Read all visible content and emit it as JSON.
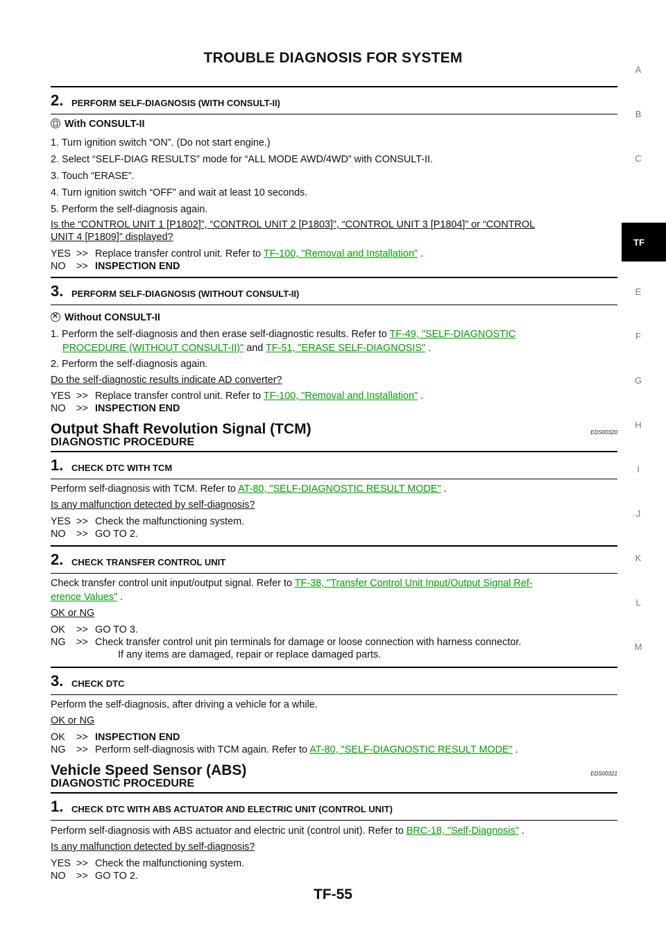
{
  "header": {
    "title": "TROUBLE DIAGNOSIS FOR SYSTEM"
  },
  "footer": {
    "page_number": "TF-55"
  },
  "side_index": {
    "letters": [
      "A",
      "B",
      "C",
      "E",
      "F",
      "G",
      "H",
      "I",
      "J",
      "K",
      "L",
      "M"
    ],
    "active_tab": "TF"
  },
  "blocks": {
    "s2a": {
      "num": "2.",
      "title": "PERFORM SELF-DIAGNOSIS (WITH CONSULT-II)",
      "mode": "With CONSULT-II",
      "items": [
        "1. Turn ignition switch “ON”. (Do not start engine.)",
        "2. Select “SELF-DIAG RESULTS” mode for “ALL MODE AWD/4WD” with CONSULT-II.",
        "3. Touch “ERASE”.",
        "4. Turn ignition switch “OFF” and wait at least 10 seconds.",
        "5. Perform the self-diagnosis again."
      ],
      "question_1": "Is the “CONTROL UNIT 1 [P1802]”, “CONTROL UNIT 2 [P1803]”, “CONTROL UNIT 3 [P1804]” or “CONTROL",
      "question_2": "UNIT 4 [P1809]” displayed?",
      "yes_label": "YES",
      "yes_arrow": ">>",
      "yes_text": "Replace transfer control unit. Refer to",
      "yes_link": "TF-100, \"Removal and Installation\"",
      "yes_end": ".",
      "no_label": "NO",
      "no_arrow": ">>",
      "no_text": "INSPECTION END"
    },
    "s3a": {
      "num": "3.",
      "title": "PERFORM SELF-DIAGNOSIS (WITHOUT CONSULT-II)",
      "mode": "Without CONSULT-II",
      "item1_text": "1. Perform the self-diagnosis and then erase self-diagnostic results. Refer to",
      "item1_link1a": "TF-49, \"SELF-DIAGNOSTIC",
      "item1_link1b": "PROCEDURE (WITHOUT CONSULT-II)\"",
      "item1_and": "and",
      "item1_link2": "TF-51, \"ERASE SELF-DIAGNOSIS\"",
      "item1_end": ".",
      "item2": "2. Perform the self-diagnosis again.",
      "question": "Do the self-diagnostic results indicate AD converter?",
      "yes_label": "YES",
      "yes_arrow": ">>",
      "yes_text": "Replace transfer control unit. Refer to",
      "yes_link": "TF-100, \"Removal and Installation\"",
      "yes_end": ".",
      "no_label": "NO",
      "no_arrow": ">>",
      "no_text": "INSPECTION END"
    },
    "sec1": {
      "title": "Output Shaft Revolution Signal (TCM)",
      "code": "EDS00320",
      "sub": "DIAGNOSTIC PROCEDURE"
    },
    "o1": {
      "num": "1.",
      "title": "CHECK DTC WITH TCM",
      "text": "Perform self-diagnosis with TCM. Refer to",
      "link": "AT-80, \"SELF-DIAGNOSTIC RESULT MODE\"",
      "end": ".",
      "question": "Is any malfunction detected by self-diagnosis?",
      "yes_label": "YES",
      "yes_arrow": ">>",
      "yes_text": "Check the malfunctioning system.",
      "no_label": "NO",
      "no_arrow": ">>",
      "no_text": "GO TO 2."
    },
    "o2": {
      "num": "2.",
      "title": "CHECK TRANSFER CONTROL UNIT",
      "text": "Check transfer control unit input/output signal. Refer to",
      "link_a": "TF-38, \"Transfer Control Unit Input/Output Signal Ref-",
      "link_b": "erence Values\"",
      "end": ".",
      "question": "OK or NG",
      "ok_label": "OK",
      "ok_arrow": ">>",
      "ok_text": "GO TO 3.",
      "ng_label": "NG",
      "ng_arrow": ">>",
      "ng_text": "Check transfer control unit pin terminals for damage or loose connection with harness connector.",
      "ng_text2": "If any items are damaged, repair or replace damaged parts."
    },
    "o3": {
      "num": "3.",
      "title": "CHECK DTC",
      "text": "Perform the self-diagnosis, after driving a vehicle for a while.",
      "question": "OK or NG",
      "ok_label": "OK",
      "ok_arrow": ">>",
      "ok_text": "INSPECTION END",
      "ng_label": "NG",
      "ng_arrow": ">>",
      "ng_text": "Perform self-diagnosis with TCM again. Refer to",
      "ng_link": "AT-80, \"SELF-DIAGNOSTIC RESULT MODE\"",
      "ng_end": "."
    },
    "sec2": {
      "title": "Vehicle Speed Sensor (ABS)",
      "code": "EDS00321",
      "sub": "DIAGNOSTIC PROCEDURE"
    },
    "v1": {
      "num": "1.",
      "title": "CHECK DTC WITH ABS ACTUATOR AND ELECTRIC UNIT (CONTROL UNIT)",
      "text": "Perform self-diagnosis with ABS actuator and electric unit (control unit). Refer to",
      "link": "BRC-18, \"Self-Diagnosis\"",
      "end": ".",
      "question": "Is any malfunction detected by self-diagnosis?",
      "yes_label": "YES",
      "yes_arrow": ">>",
      "yes_text": "Check the malfunctioning system.",
      "no_label": "NO",
      "no_arrow": ">>",
      "no_text": "GO TO 2."
    }
  }
}
